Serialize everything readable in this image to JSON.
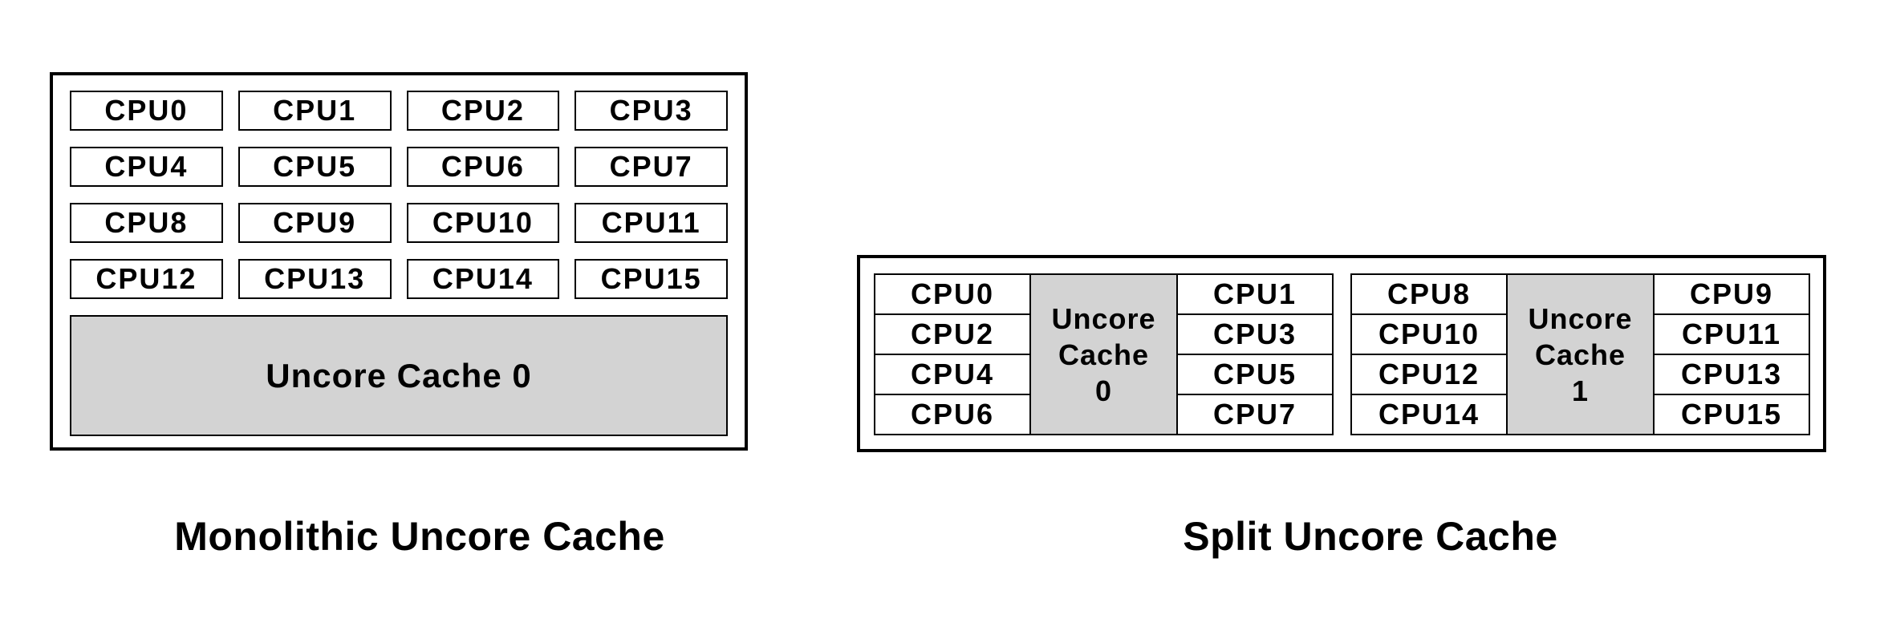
{
  "colors": {
    "background": "#ffffff",
    "border": "#000000",
    "text": "#000000",
    "uncore_fill": "#d3d3d3"
  },
  "figures": {
    "monolithic": {
      "caption": "Monolithic Uncore Cache",
      "cpus": [
        "CPU0",
        "CPU1",
        "CPU2",
        "CPU3",
        "CPU4",
        "CPU5",
        "CPU6",
        "CPU7",
        "CPU8",
        "CPU9",
        "CPU10",
        "CPU11",
        "CPU12",
        "CPU13",
        "CPU14",
        "CPU15"
      ],
      "uncore_label": "Uncore Cache 0"
    },
    "split": {
      "caption": "Split Uncore Cache",
      "clusters": [
        {
          "left_cpus": [
            "CPU0",
            "CPU2",
            "CPU4",
            "CPU6"
          ],
          "uncore_label": "Uncore\nCache\n0",
          "right_cpus": [
            "CPU1",
            "CPU3",
            "CPU5",
            "CPU7"
          ]
        },
        {
          "left_cpus": [
            "CPU8",
            "CPU10",
            "CPU12",
            "CPU14"
          ],
          "uncore_label": "Uncore\nCache\n1",
          "right_cpus": [
            "CPU9",
            "CPU11",
            "CPU13",
            "CPU15"
          ]
        }
      ]
    }
  }
}
